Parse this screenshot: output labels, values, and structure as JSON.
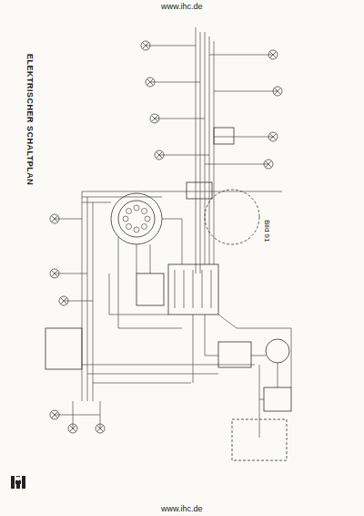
{
  "diagram": {
    "title": "ELEKTRISCHER SCHALTPLAN",
    "labels": [
      "www.ihc.de",
      "Bild 91",
      "www.ihc.de"
    ]
  }
}
